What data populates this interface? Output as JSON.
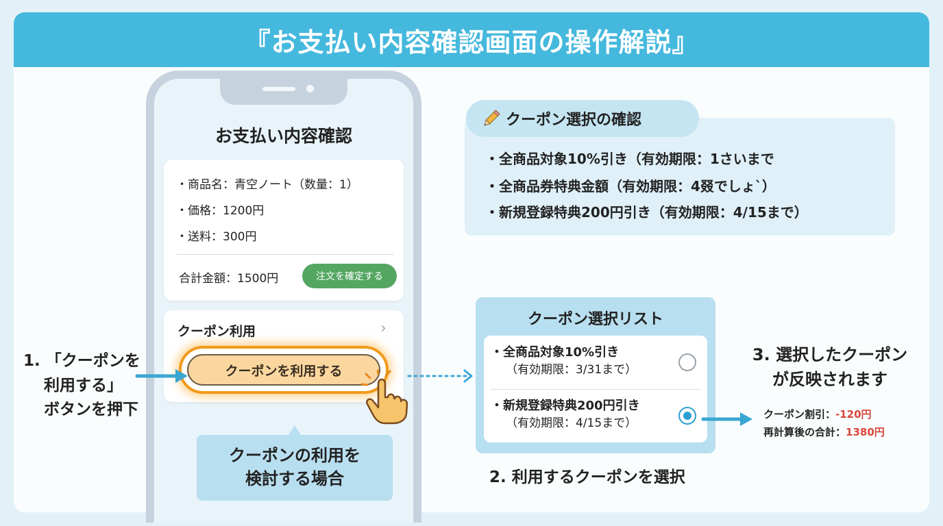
{
  "banner": {
    "title": "『お支払い内容確認画面の操作解説』"
  },
  "phone": {
    "title": "お支払い内容確認",
    "items": [
      "・商品名：青空ノート（数量：1）",
      "・価格：1200円",
      "・送料：300円"
    ],
    "total": "合計金額：1500円",
    "confirm_button": "注文を確定する",
    "coupon_row_label": "クーポン利用",
    "use_coupon_button": "クーポンを利用する",
    "tip_line1": "クーポンの利用を",
    "tip_line2": "検討する場合"
  },
  "step1": {
    "line1": "1. 「クーポンを",
    "line2": "利用する」",
    "line3": "ボタンを押下"
  },
  "confirm_panel": {
    "title": "クーポン選択の確認",
    "lines": [
      "・全商品対象10%引き（有効期限：1さいまで",
      "・全商品券特典金額（有効期限：4叕でしょ`）",
      "・新規登録特典200円引き（有効期限：4/15まで）"
    ]
  },
  "coupon_list": {
    "title": "クーポン選択リスト",
    "options": [
      {
        "name": "・全商品対象10%引き",
        "expiry": "（有効期限：3/31まで）",
        "selected": false
      },
      {
        "name": "・新規登録特典200円引き",
        "expiry": "（有効期限：4/15まで）",
        "selected": true
      }
    ]
  },
  "step2": {
    "label": "2. 利用するクーポンを選択"
  },
  "step3": {
    "line1": "3. 選択したクーポン",
    "line2": "が反映されます",
    "discount_label": "クーポン割引：",
    "discount_value": "-120円",
    "recalc_label": "再計算後の合計：",
    "recalc_value": "1380円"
  },
  "colors": {
    "banner": "#45b8dd",
    "highlight": "#f29a1c",
    "arrow": "#3aa6d2",
    "confirm_button": "#55a663",
    "accent_red": "#d9453a"
  }
}
